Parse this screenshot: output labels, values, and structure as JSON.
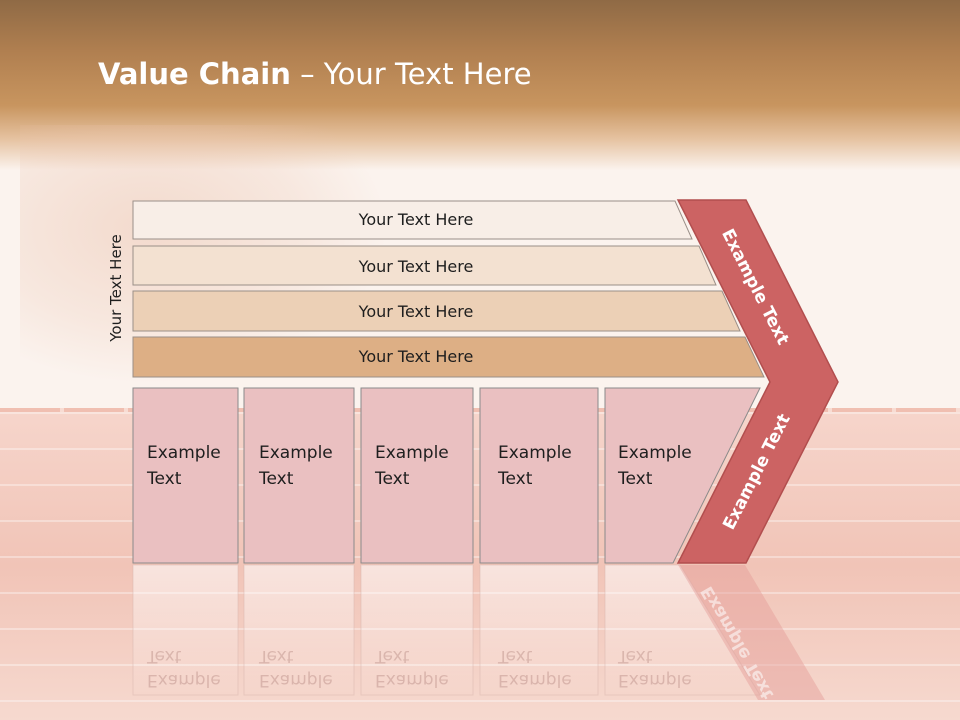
{
  "title": {
    "bold": "Value Chain",
    "rest": " – Your Text Here"
  },
  "side_label": "Your Text Here",
  "rows": [
    {
      "label": "Your Text Here",
      "color": "#f8eee7"
    },
    {
      "label": "Your Text Here",
      "color": "#f3e1d1"
    },
    {
      "label": "Your Text Here",
      "color": "#ecd0b6"
    },
    {
      "label": "Your Text Here",
      "color": "#ddaf85"
    }
  ],
  "boxes": [
    {
      "line1": "Example",
      "line2": "Text"
    },
    {
      "line1": "Example",
      "line2": "Text"
    },
    {
      "line1": "Example",
      "line2": "Text"
    },
    {
      "line1": "Example",
      "line2": "Text"
    },
    {
      "line1": "Example",
      "line2": "Text"
    }
  ],
  "chevron": {
    "upper_label": "Example Text",
    "lower_label": "Example Text",
    "color": "#cc6363"
  },
  "colors": {
    "box_fill": "#eac0c1",
    "box_stroke": "#8a8a8a"
  }
}
